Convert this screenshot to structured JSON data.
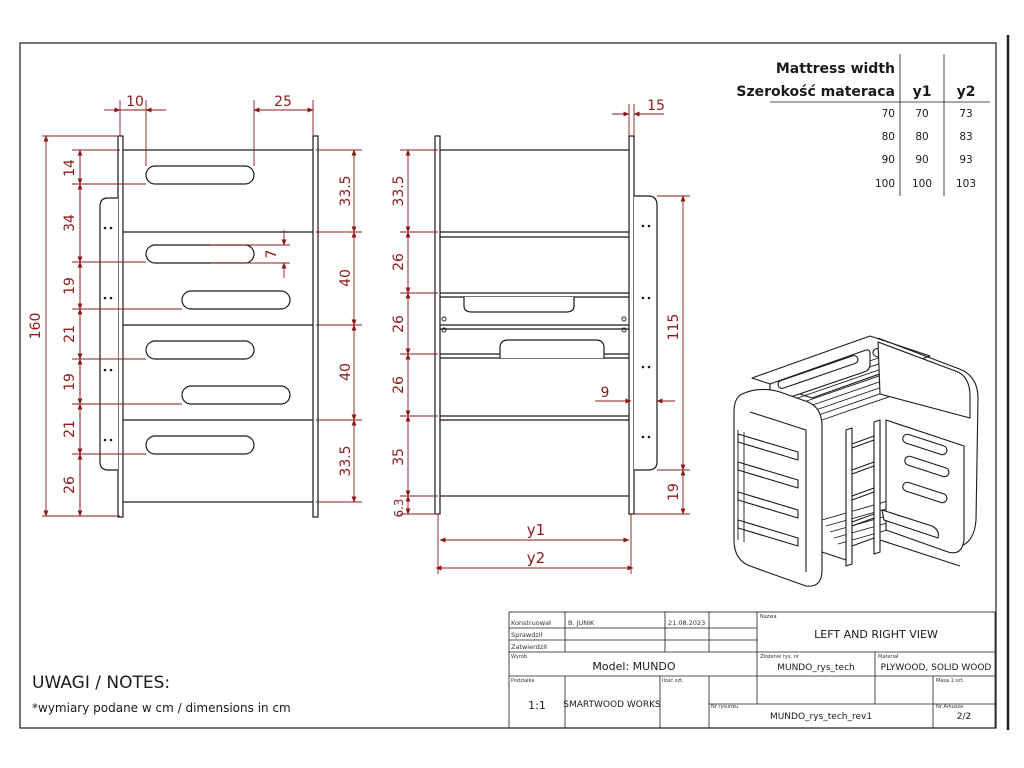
{
  "dimensions": {
    "side": {
      "top_left_width": "10",
      "top_right_width": "25",
      "left_col": [
        "14",
        "34",
        "19",
        "21",
        "19",
        "21",
        "26"
      ],
      "total_height": "160",
      "handle_height": "7",
      "right_col": [
        "33.5",
        "40",
        "40",
        "33.5"
      ]
    },
    "front": {
      "top_width": "15",
      "left_col": [
        "33.5",
        "26",
        "26",
        "26",
        "35",
        "6.3"
      ],
      "rail_height": "115",
      "rail_offset": "9",
      "bottom_right": "19",
      "width_inner": "y1",
      "width_outer": "y2"
    }
  },
  "size_table": {
    "header_line1": "Mattress width",
    "header_line2": "Szerokość materaca",
    "col_y1": "y1",
    "col_y2": "y2",
    "rows": [
      [
        "70",
        "70",
        "73"
      ],
      [
        "80",
        "80",
        "83"
      ],
      [
        "90",
        "90",
        "93"
      ],
      [
        "100",
        "100",
        "103"
      ]
    ]
  },
  "notes": {
    "title": "UWAGI / NOTES:",
    "text": "*wymiary podane w cm / dimensions in cm"
  },
  "title_block": {
    "label_designed": "Konstruował",
    "designer": "B. JUNIK",
    "date": "21.08.2023",
    "label_checked": "Sprawdził",
    "label_approved": "Zatwierdził",
    "label_name": "Nazwa",
    "view_title": "LEFT AND RIGHT VIEW",
    "label_product": "Wyrób",
    "model": "Model: MUNDO",
    "label_assembly": "Złożenie rys. nr",
    "assembly_ref": "MUNDO_rys_tech",
    "label_material": "Materiał",
    "material": "PLYWOOD, SOLID WOOD",
    "label_scale": "Podziałka",
    "scale": "1:1",
    "company": "SMARTWOOD WORKS",
    "label_count": "Ilość szt.",
    "label_sheet_count": "Masa 1 szt.",
    "label_drawing_no": "Nr rysunku",
    "drawing_no": "MUNDO_rys_tech_rev1",
    "label_sheet": "Nr Arkusza",
    "sheet": "2/2"
  }
}
